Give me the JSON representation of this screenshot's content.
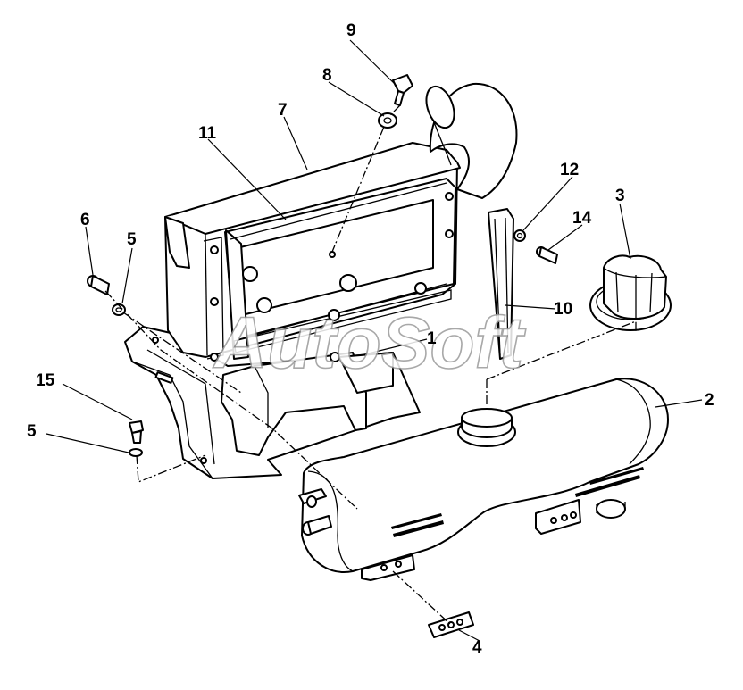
{
  "callouts": {
    "c1": "1",
    "c2": "2",
    "c3": "3",
    "c4": "4",
    "c5a": "5",
    "c5b": "5",
    "c6": "6",
    "c7": "7",
    "c8": "8",
    "c9": "9",
    "c10": "10",
    "c11": "11",
    "c12": "12",
    "c14": "14",
    "c15": "15"
  },
  "watermark": "AutoSoft",
  "colors": {
    "ink": "#000000",
    "paper": "#ffffff",
    "watermark_outline": "#9a9a9a"
  }
}
